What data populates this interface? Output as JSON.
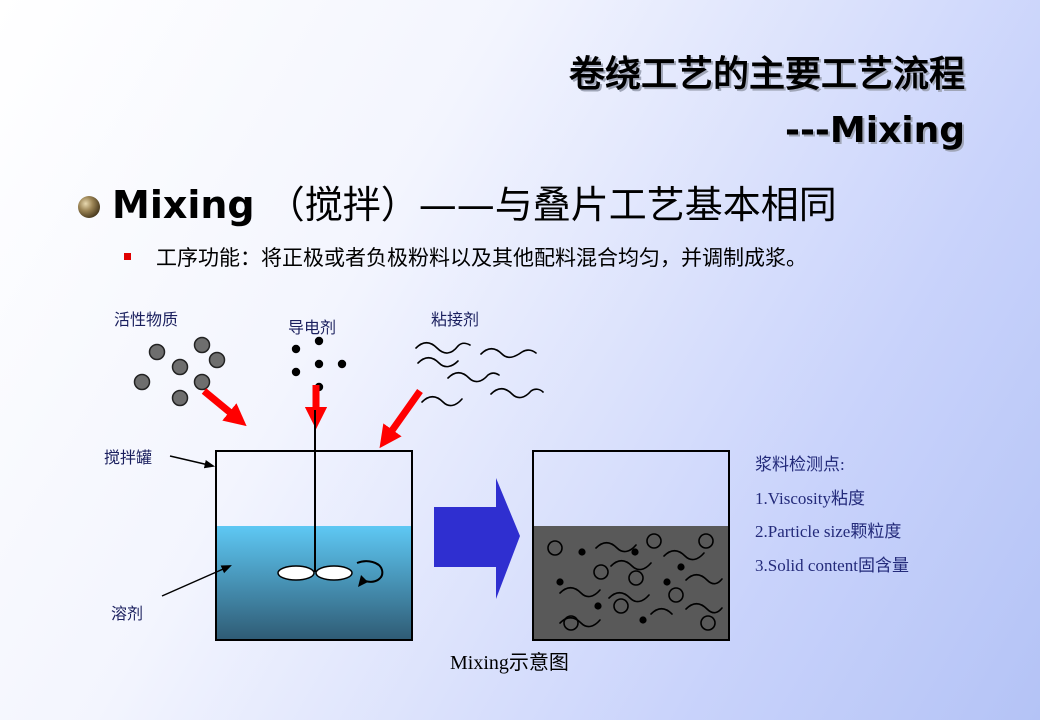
{
  "slide": {
    "title_line1": "卷绕工艺的主要工艺流程",
    "title_line2": "---Mixing"
  },
  "bullet": {
    "keyword": "Mixing",
    "text": " （搅拌）——与叠片工艺基本相同"
  },
  "sub_bullet": {
    "text": "工序功能：将正极或者负极粉料以及其他配料混合均匀，并调制成浆。"
  },
  "diagram": {
    "labels": {
      "active_material": "活性物质",
      "conductive_agent": "导电剂",
      "binder": "粘接剂",
      "tank": "搅拌罐",
      "solvent": "溶剂"
    },
    "checkpoints": {
      "title": "浆料检测点:",
      "items": [
        "1.Viscosity粘度",
        "2.Particle size颗粒度",
        "3.Solid content固含量"
      ]
    },
    "caption": "Mixing示意图",
    "colors": {
      "arrow_red": "#ff0000",
      "process_arrow": "#2f2fd0",
      "solvent_top": "#5ec8f4",
      "solvent_bottom": "#2f5b74",
      "slurry": "#595959"
    }
  }
}
